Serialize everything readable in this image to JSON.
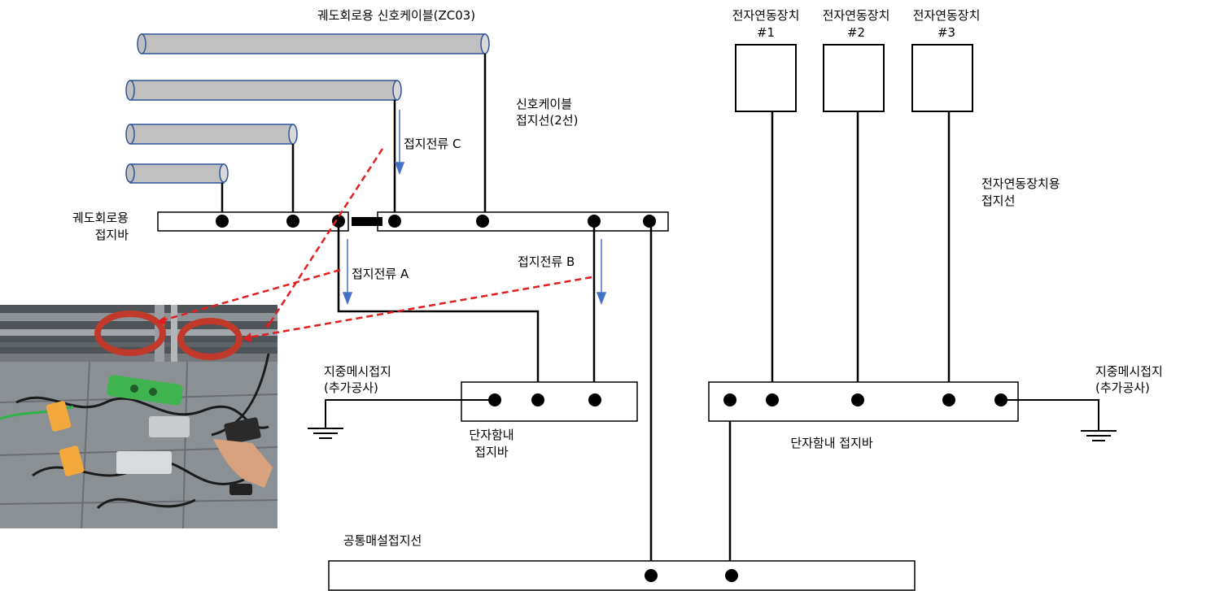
{
  "labels": {
    "signal_cable": "궤도회로용 신호케이블(ZC03)",
    "signal_cable_ground_l1": "신호케이블",
    "signal_cable_ground_l2": "접지선(2선)",
    "track_ground_bar_l1": "궤도회로용",
    "track_ground_bar_l2": "접지바",
    "current_c": "접지전류 C",
    "current_a": "접지전류 A",
    "current_b": "접지전류 B",
    "interlocking_1_l1": "전자연동장치",
    "interlocking_1_l2": "#1",
    "interlocking_2_l1": "전자연동장치",
    "interlocking_2_l2": "#2",
    "interlocking_3_l1": "전자연동장치",
    "interlocking_3_l2": "#3",
    "interlocking_ground_l1": "전자연동장치용",
    "interlocking_ground_l2": "접지선",
    "mesh_left_l1": "지중메시접지",
    "mesh_left_l2": "(추가공사)",
    "mesh_right_l1": "지중메시접지",
    "mesh_right_l2": "(추가공사)",
    "terminal_bar_left_l1": "단자함내",
    "terminal_bar_left_l2": "접지바",
    "terminal_bar_right": "단자함내 접지바",
    "common_ground": "공통매설접지선"
  },
  "colors": {
    "line": "#000000",
    "cable_fill": "#c0c0c0",
    "cable_stroke": "#2f5496",
    "current_arrow": "#4472c4",
    "pointer": "#e02020"
  }
}
